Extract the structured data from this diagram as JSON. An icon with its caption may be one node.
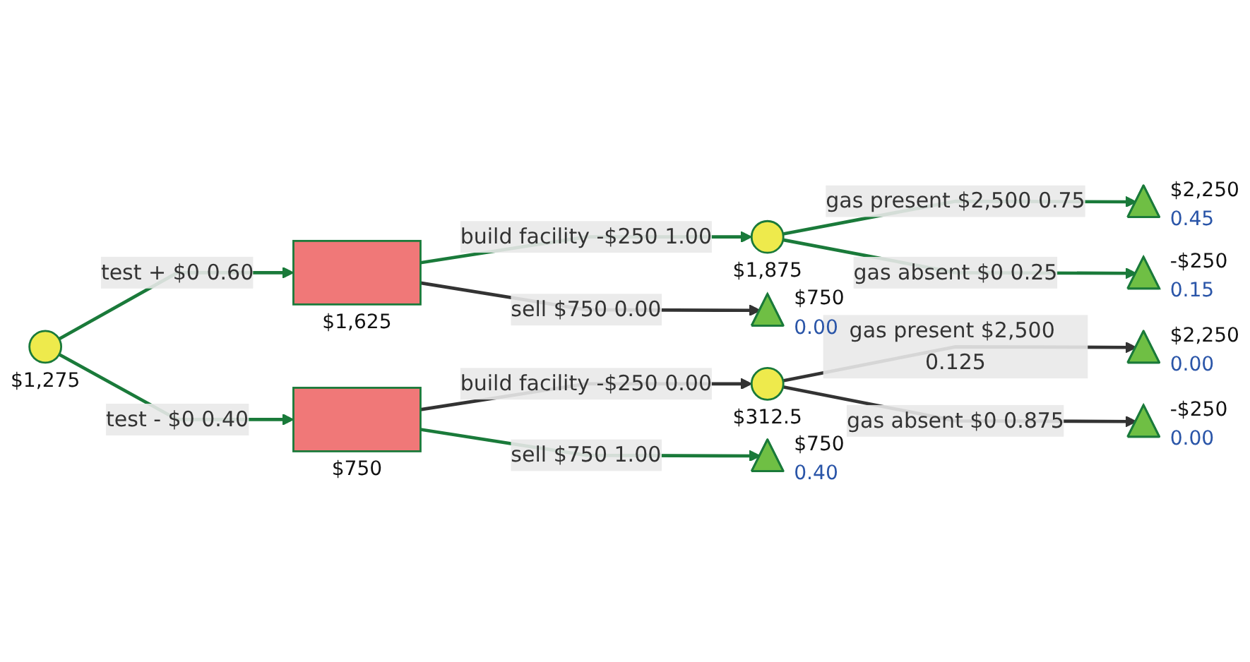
{
  "diagram": {
    "nodes": [
      {
        "text": [],
        "shape": "circle",
        "beside": [
          "$1,275"
        ]
      },
      {
        "text": [],
        "shape": "box",
        "beside": [
          "$1,625"
        ]
      },
      {
        "text": [],
        "shape": "box",
        "beside": [
          "$750"
        ]
      },
      {
        "text": [],
        "shape": "circle",
        "beside": [
          "$1,875"
        ]
      },
      {
        "text": [],
        "shape": "triangle",
        "beside": [
          "$750",
          "0.00"
        ]
      },
      {
        "text": [],
        "shape": "circle",
        "beside": [
          "$312.5"
        ]
      },
      {
        "text": [],
        "shape": "triangle",
        "beside": [
          "$750",
          "0.40"
        ]
      },
      {
        "text": [],
        "shape": "triangle",
        "beside": [
          "$2,250",
          "0.45"
        ]
      },
      {
        "text": [],
        "shape": "triangle",
        "beside": [
          "-$250",
          "0.15"
        ]
      },
      {
        "text": [],
        "shape": "triangle",
        "beside": [
          "$2,250",
          "0.00"
        ]
      },
      {
        "text": [],
        "shape": "triangle",
        "beside": [
          "-$250",
          "0.00"
        ]
      }
    ],
    "edges": [
      {
        "from": 0,
        "to": 1,
        "arrow": "to",
        "label": "test + $0 0.60"
      },
      {
        "from": 0,
        "to": 2,
        "arrow": "to",
        "label": "test - $0 0.40"
      },
      {
        "from": 1,
        "to": 3,
        "arrow": "to",
        "label": "build facility -$250 1.00"
      },
      {
        "from": 1,
        "to": 4,
        "arrow": "to",
        "label": "sell $750 0.00",
        "color": "#333333"
      },
      {
        "from": 2,
        "to": 5,
        "arrow": "to",
        "label": "build facility -$250 0.00",
        "color": "#333333"
      },
      {
        "from": 2,
        "to": 6,
        "arrow": "to",
        "label": "sell $750 1.00"
      },
      {
        "from": 3,
        "to": 7,
        "arrow": "to",
        "label": "gas present $2,500 0.75"
      },
      {
        "from": 3,
        "to": 8,
        "arrow": "to",
        "label": "gas absent $0 0.25"
      },
      {
        "from": 5,
        "to": 9,
        "arrow": "to",
        "label": "gas present $2,500 0.125",
        "color": "#333333"
      },
      {
        "from": 5,
        "to": 10,
        "arrow": "to",
        "label": "gas absent $0 0.875",
        "color": "#333333"
      }
    ]
  }
}
